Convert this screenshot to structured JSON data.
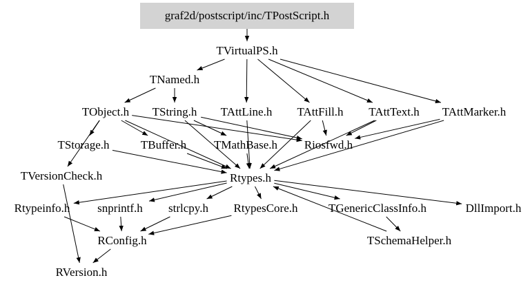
{
  "root": {
    "label": "graf2d/postscript/inc/TPostScript.h",
    "fill": "#d3d3d3"
  },
  "nodes": [
    {
      "id": "TVirtualPS",
      "label": "TVirtualPS.h"
    },
    {
      "id": "TNamed",
      "label": "TNamed.h"
    },
    {
      "id": "TObject",
      "label": "TObject.h"
    },
    {
      "id": "TString",
      "label": "TString.h"
    },
    {
      "id": "TAttLine",
      "label": "TAttLine.h"
    },
    {
      "id": "TAttFill",
      "label": "TAttFill.h"
    },
    {
      "id": "TAttText",
      "label": "TAttText.h"
    },
    {
      "id": "TAttMarker",
      "label": "TAttMarker.h"
    },
    {
      "id": "TStorage",
      "label": "TStorage.h"
    },
    {
      "id": "TBuffer",
      "label": "TBuffer.h"
    },
    {
      "id": "TMathBase",
      "label": "TMathBase.h"
    },
    {
      "id": "Riosfwd",
      "label": "Riosfwd.h"
    },
    {
      "id": "TVersionCheck",
      "label": "TVersionCheck.h"
    },
    {
      "id": "Rtypes",
      "label": "Rtypes.h"
    },
    {
      "id": "Rtypeinfo",
      "label": "Rtypeinfo.h"
    },
    {
      "id": "snprintf",
      "label": "snprintf.h"
    },
    {
      "id": "strlcpy",
      "label": "strlcpy.h"
    },
    {
      "id": "RtypesCore",
      "label": "RtypesCore.h"
    },
    {
      "id": "TGenericClassInfo",
      "label": "TGenericClassInfo.h"
    },
    {
      "id": "DllImport",
      "label": "DllImport.h"
    },
    {
      "id": "RConfig",
      "label": "RConfig.h"
    },
    {
      "id": "TSchemaHelper",
      "label": "TSchemaHelper.h"
    },
    {
      "id": "RVersion",
      "label": "RVersion.h"
    }
  ],
  "edges": [
    [
      "root",
      "TVirtualPS"
    ],
    [
      "TVirtualPS",
      "TNamed"
    ],
    [
      "TVirtualPS",
      "TAttLine"
    ],
    [
      "TVirtualPS",
      "TAttFill"
    ],
    [
      "TVirtualPS",
      "TAttText"
    ],
    [
      "TVirtualPS",
      "TAttMarker"
    ],
    [
      "TNamed",
      "TObject"
    ],
    [
      "TNamed",
      "TString"
    ],
    [
      "TObject",
      "TStorage"
    ],
    [
      "TObject",
      "TBuffer"
    ],
    [
      "TObject",
      "TVersionCheck"
    ],
    [
      "TObject",
      "Rtypes"
    ],
    [
      "TObject",
      "Riosfwd"
    ],
    [
      "TString",
      "TMathBase"
    ],
    [
      "TString",
      "Riosfwd"
    ],
    [
      "TString",
      "Rtypes"
    ],
    [
      "TAttLine",
      "Rtypes"
    ],
    [
      "TAttFill",
      "Riosfwd"
    ],
    [
      "TAttFill",
      "Rtypes"
    ],
    [
      "TAttText",
      "Riosfwd"
    ],
    [
      "TAttText",
      "Rtypes"
    ],
    [
      "TAttMarker",
      "Riosfwd"
    ],
    [
      "TAttMarker",
      "Rtypes"
    ],
    [
      "TStorage",
      "Rtypes"
    ],
    [
      "TBuffer",
      "Rtypes"
    ],
    [
      "TMathBase",
      "Rtypes"
    ],
    [
      "TVersionCheck",
      "RVersion"
    ],
    [
      "Rtypes",
      "Rtypeinfo"
    ],
    [
      "Rtypes",
      "snprintf"
    ],
    [
      "Rtypes",
      "strlcpy"
    ],
    [
      "Rtypes",
      "RtypesCore"
    ],
    [
      "Rtypes",
      "TGenericClassInfo"
    ],
    [
      "Rtypes",
      "DllImport"
    ],
    [
      "Rtypeinfo",
      "RConfig"
    ],
    [
      "snprintf",
      "RConfig"
    ],
    [
      "strlcpy",
      "RConfig"
    ],
    [
      "RtypesCore",
      "RConfig"
    ],
    [
      "TGenericClassInfo",
      "TSchemaHelper"
    ],
    [
      "TSchemaHelper",
      "Rtypes"
    ],
    [
      "RConfig",
      "RVersion"
    ]
  ]
}
